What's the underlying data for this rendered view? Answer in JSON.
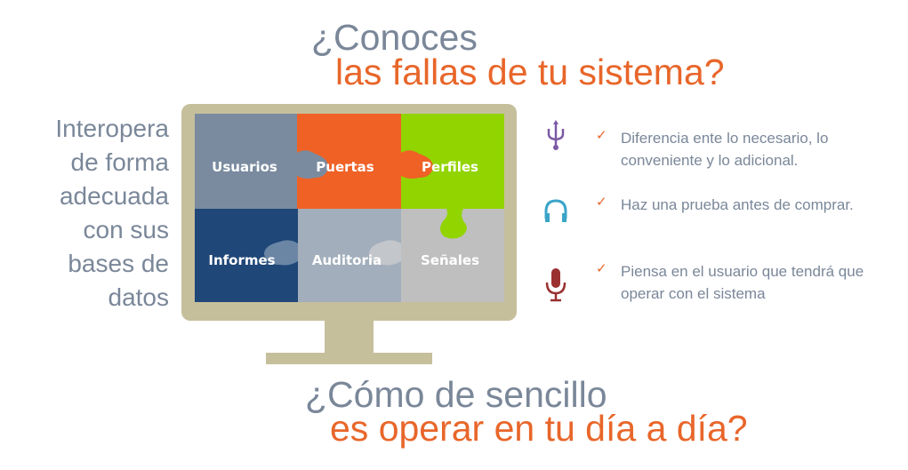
{
  "header": {
    "line1": "¿Conoces",
    "line2": "las fallas de tu sistema?"
  },
  "footer": {
    "line1": "¿Cómo de sencillo",
    "line2": "es operar en tu día a día?"
  },
  "left_text": [
    "Interopera",
    "de forma",
    "adecuada",
    "con sus",
    "bases de",
    "datos"
  ],
  "tiles": [
    {
      "label": "Usuarios",
      "color": "#7a8ba0"
    },
    {
      "label": "Puertas",
      "color": "#ef6125"
    },
    {
      "label": "Perfiles",
      "color": "#92d400"
    },
    {
      "label": "Informes",
      "color": "#1f4778"
    },
    {
      "label": "Auditoria",
      "color": "#a2aebb"
    },
    {
      "label": "Señales",
      "color": "#bfbfbf"
    }
  ],
  "items": [
    {
      "icon": "usb-icon",
      "icon_color": "#7b5aa6",
      "text": "Diferencia ente lo necesario, lo conveniente y lo adicional."
    },
    {
      "icon": "headphones-icon",
      "icon_color": "#3aa4c7",
      "text": "Haz una prueba antes de comprar."
    },
    {
      "icon": "microphone-icon",
      "icon_color": "#9b3030",
      "text": "Piensa en el usuario que tendrá que operar con el sistema"
    }
  ],
  "check_glyph": "✓"
}
